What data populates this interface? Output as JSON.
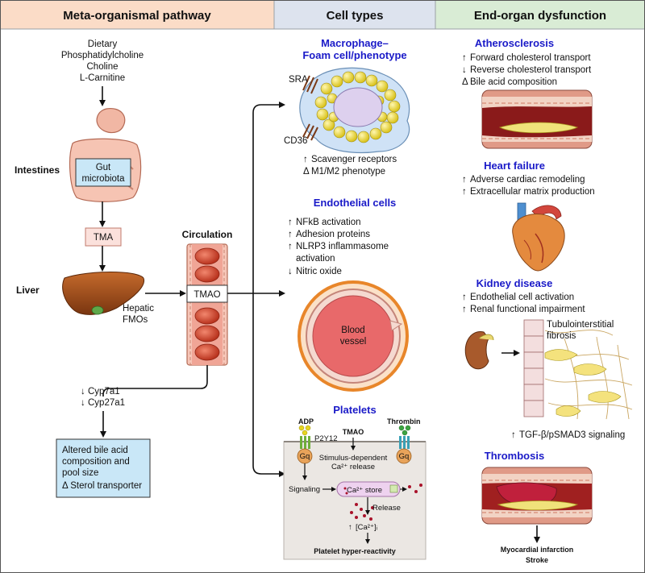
{
  "headers": {
    "left": "Meta-organismal pathway",
    "middle": "Cell types",
    "right": "End-organ dysfunction"
  },
  "colors": {
    "left_header": "#fbdcc7",
    "middle_header": "#dde3ee",
    "right_header": "#d9ecd5",
    "title_blue": "#1a1ac8",
    "box_blue": "#c9e7f7",
    "box_pink": "#fbe1dc"
  },
  "pathway": {
    "diet_lines": [
      "Dietary",
      "Phosphatidylcholine",
      "Choline",
      "L-Carnitine"
    ],
    "intestines_label": "Intestines",
    "gut_box": [
      "Gut",
      "microbiota"
    ],
    "tma_box": "TMA",
    "liver_label": "Liver",
    "hepatic_lines": [
      "Hepatic",
      "FMOs"
    ],
    "circulation_label": "Circulation",
    "tmao_box": "TMAO",
    "cyp_lines": [
      {
        "arrow": "down",
        "text": "Cyp7a1"
      },
      {
        "arrow": "down",
        "text": "Cyp27a1"
      }
    ],
    "bile_box_lines": [
      "Altered bile acid",
      "composition and",
      "pool size",
      "Δ Sterol transporter"
    ]
  },
  "cells": {
    "macrophage": {
      "title_lines": [
        "Macrophage–",
        "Foam cell/phenotype"
      ],
      "sra": "SRA",
      "cd36": "CD36",
      "effects": [
        {
          "arrow": "up",
          "text": "Scavenger receptors"
        },
        {
          "arrow": "delta",
          "text": "M1/M2 phenotype"
        }
      ]
    },
    "endothelial": {
      "title": "Endothelial cells",
      "effects": [
        {
          "arrow": "up",
          "text": "NFkB activation"
        },
        {
          "arrow": "up",
          "text": "Adhesion proteins"
        },
        {
          "arrow": "up",
          "text": "NLRP3 inflammasome"
        },
        {
          "arrow": "none",
          "text": "activation"
        },
        {
          "arrow": "down",
          "text": "Nitric oxide"
        }
      ],
      "vessel_lines": [
        "Blood",
        "vessel"
      ]
    },
    "platelets": {
      "title": "Platelets",
      "adp": "ADP",
      "p2y12": "P2Y12",
      "tmao": "TMAO",
      "thrombin": "Thrombin",
      "gq": "Gq",
      "stimulus_lines": [
        "Stimulus-dependent",
        "Ca²⁺ release"
      ],
      "signaling": "Signaling",
      "ca_store": "Ca²⁺ store",
      "release": "Release",
      "ca_i": "[Ca²⁺]ᵢ",
      "hyper": "Platelet hyper-reactivity"
    }
  },
  "organs": {
    "athero": {
      "title": "Atherosclerosis",
      "effects": [
        {
          "arrow": "up",
          "text": "Forward cholesterol transport"
        },
        {
          "arrow": "down",
          "text": "Reverse cholesterol transport"
        },
        {
          "arrow": "delta",
          "text": "Bile acid composition"
        }
      ]
    },
    "heart": {
      "title": "Heart failure",
      "effects": [
        {
          "arrow": "up",
          "text": "Adverse cardiac remodeling"
        },
        {
          "arrow": "up",
          "text": "Extracellular matrix production"
        }
      ]
    },
    "kidney": {
      "title": "Kidney disease",
      "effects": [
        {
          "arrow": "up",
          "text": "Endothelial cell activation"
        },
        {
          "arrow": "up",
          "text": "Renal functional impairment"
        }
      ],
      "fibrosis_lines": [
        "Tubulointerstitial",
        "fibrosis"
      ],
      "tgf": {
        "arrow": "up",
        "text": "TGF-β/pSMAD3 signaling"
      }
    },
    "thrombosis": {
      "title": "Thrombosis",
      "outcomes": [
        "Myocardial infarction",
        "Stroke"
      ]
    }
  }
}
